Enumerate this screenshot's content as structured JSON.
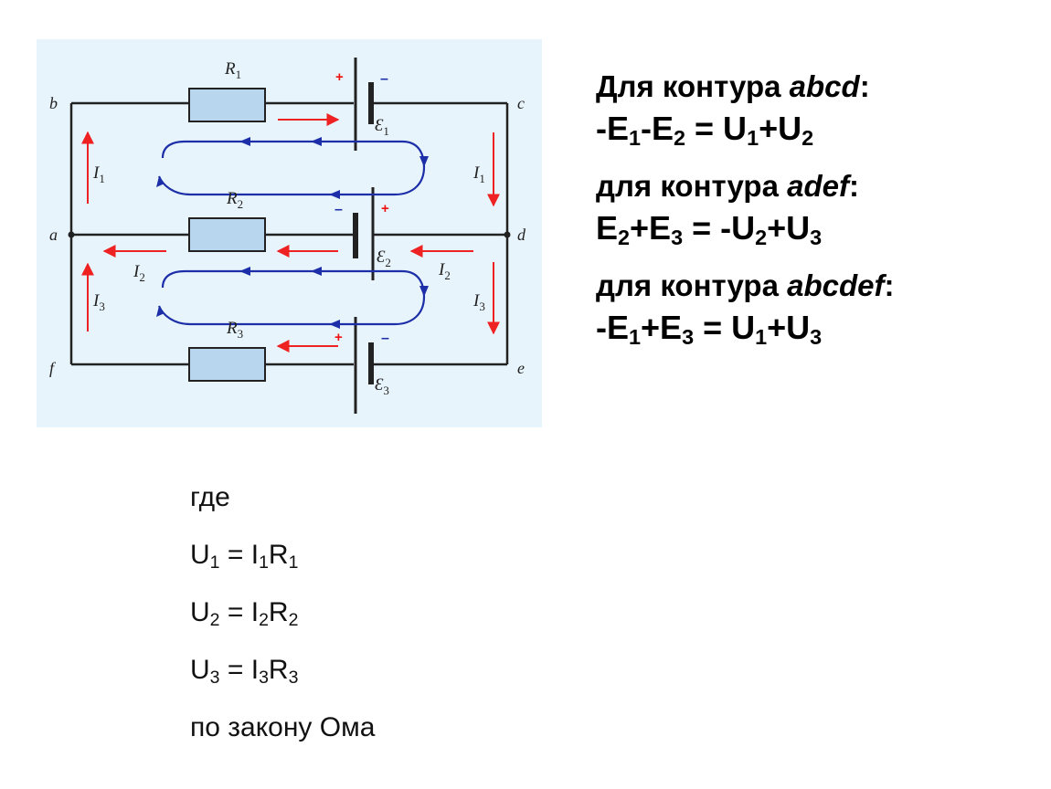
{
  "diagram": {
    "nodes": {
      "a": "a",
      "b": "b",
      "c": "c",
      "d": "d",
      "e": "e",
      "f": "f"
    },
    "resistors": [
      {
        "letter": "R",
        "sub": "1"
      },
      {
        "letter": "R",
        "sub": "2"
      },
      {
        "letter": "R",
        "sub": "3"
      }
    ],
    "sources": [
      {
        "letter": "Ɛ",
        "sub": "1"
      },
      {
        "letter": "Ɛ",
        "sub": "2"
      },
      {
        "letter": "Ɛ",
        "sub": "3"
      }
    ],
    "currents": {
      "i1": {
        "letter": "I",
        "sub": "1"
      },
      "i2": {
        "letter": "I",
        "sub": "2"
      },
      "i3": {
        "letter": "I",
        "sub": "3"
      }
    },
    "plus": "+",
    "minus": "–",
    "colors": {
      "background": "#e8f4fb",
      "wire": "#222222",
      "resistor_fill": "#b8d7ee",
      "current_arrow": "#ee2222",
      "loop_arrow": "#1c2fa8"
    }
  },
  "equations": {
    "h1_prefix": "Для контура ",
    "h1_name": "abcd",
    "h1_suffix": ":",
    "f1": [
      "-E",
      "1",
      "-E",
      "2",
      " = U",
      "1",
      "+U",
      "2"
    ],
    "h2_prefix": "для контура ",
    "h2_name": "adef",
    "h2_suffix": ":",
    "f2": [
      "E",
      "2",
      "+E",
      "3",
      " = -U",
      "2",
      "+U",
      "3"
    ],
    "h3_prefix": "для контура ",
    "h3_name": "abcdef",
    "h3_suffix": ":",
    "f3": [
      "-E",
      "1",
      "+E",
      "3",
      " = U",
      "1",
      "+U",
      "3"
    ]
  },
  "ohm": {
    "where": "где",
    "l1": [
      "U",
      "1",
      " = I",
      "1",
      "R",
      "1"
    ],
    "l2": [
      "U",
      "2",
      " = I",
      "2",
      "R",
      "2"
    ],
    "l3": [
      "U",
      "3",
      " = I",
      "3",
      "R",
      "3"
    ],
    "footer": "по закону Ома"
  }
}
